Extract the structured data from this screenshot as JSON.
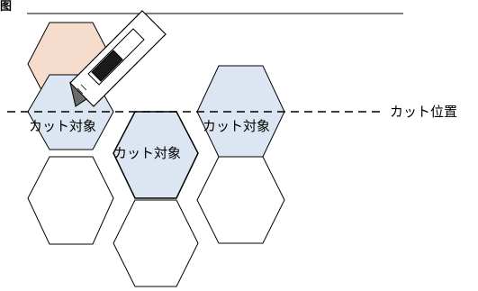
{
  "header": {
    "title_fragment": "图"
  },
  "cut_line": {
    "label": "カット位置"
  },
  "hexagons": {
    "target_label": "カット対象",
    "target_fill": "#dce6f2",
    "empty_fill": "#ffffff",
    "cut_piece_fill": "#f6dccd",
    "stroke": "#000000"
  },
  "cutter": {
    "body_fill": "#ffffff",
    "blade_fill": "#6b6b6b",
    "grip_fill": "#1a1a1a"
  }
}
